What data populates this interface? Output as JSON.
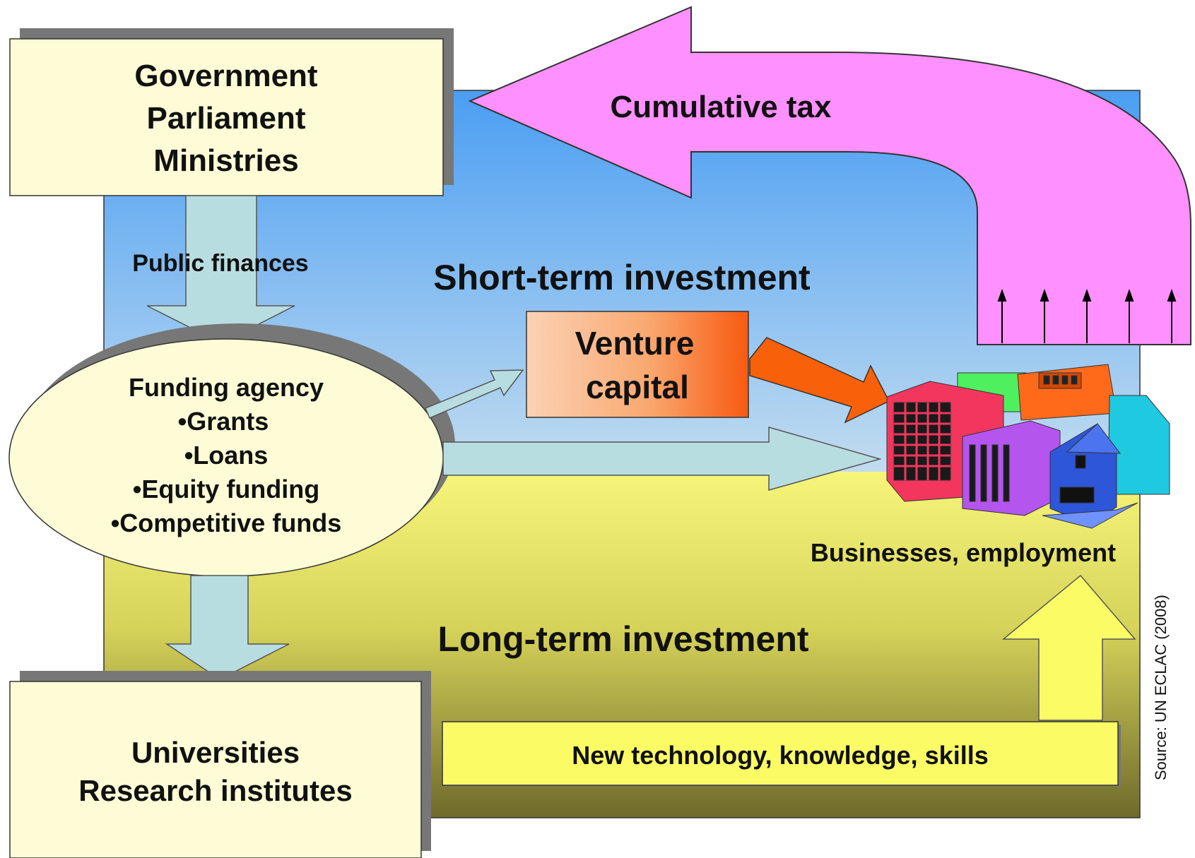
{
  "government_box": {
    "lines": [
      "Government",
      "Parliament",
      "Ministries"
    ]
  },
  "public_finances_label": "Public finances",
  "cumulative_tax_label": "Cumulative tax",
  "short_term_label": "Short-term investment",
  "venture_capital": {
    "lines": [
      "Venture",
      "capital"
    ]
  },
  "funding_agency": {
    "lines": [
      "Funding agency",
      "•Grants",
      "•Loans",
      "•Equity funding",
      "•Competitive funds"
    ]
  },
  "businesses_label": "Businesses, employment",
  "long_term_label": "Long-term investment",
  "new_tech_label": "New technology, knowledge, skills",
  "universities_box": {
    "lines": [
      "Universities",
      "Research institutes"
    ]
  },
  "source_note": "Source: UN ECLAC (2008)",
  "colors": {
    "sky_top": "#4a9ef2",
    "sky_bottom": "#c2dcf0",
    "ground_top": "#f6f57a",
    "ground_bottom": "#6f6a2c",
    "pale_box": "#fdfcd6",
    "shadow": "#777777",
    "tax_arrow": "#ff90ff",
    "flow_arrow": "#b8dde0",
    "venture_from": "#fbd2b4",
    "venture_to": "#f85a10",
    "venture_arrow": "#f8600a",
    "new_tech": "#fbfb66"
  }
}
